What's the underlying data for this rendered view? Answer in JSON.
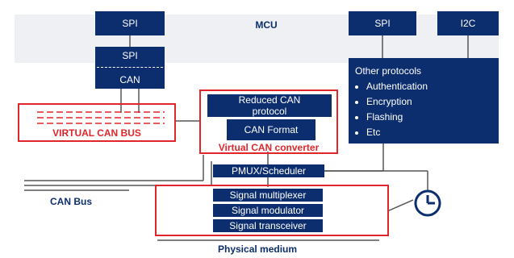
{
  "mcu": {
    "label": "MCU",
    "spi_left": "SPI",
    "spi_right": "SPI",
    "i2c": "I2C",
    "spi_can_top": "SPI",
    "spi_can_bottom": "CAN"
  },
  "virtual_can_bus": {
    "label": "VIRTUAL CAN BUS"
  },
  "converter": {
    "label": "Virtual CAN converter",
    "reduced_protocol": "Reduced CAN protocol",
    "can_format": "CAN Format"
  },
  "other_protocols": {
    "title": "Other protocols",
    "items": [
      "Authentication",
      "Encryption",
      "Flashing",
      "Etc"
    ]
  },
  "scheduler": {
    "label": "PMUX/Scheduler"
  },
  "signal": {
    "multiplexer": "Signal multiplexer",
    "modulator": "Signal modulator",
    "transceiver": "Signal transceiver"
  },
  "can_bus": {
    "label": "CAN Bus"
  },
  "physical_medium": {
    "label": "Physical medium"
  },
  "colors": {
    "navy": "#0d2e6e",
    "red": "#e0262b",
    "mcu_band": "#eef0f4"
  }
}
